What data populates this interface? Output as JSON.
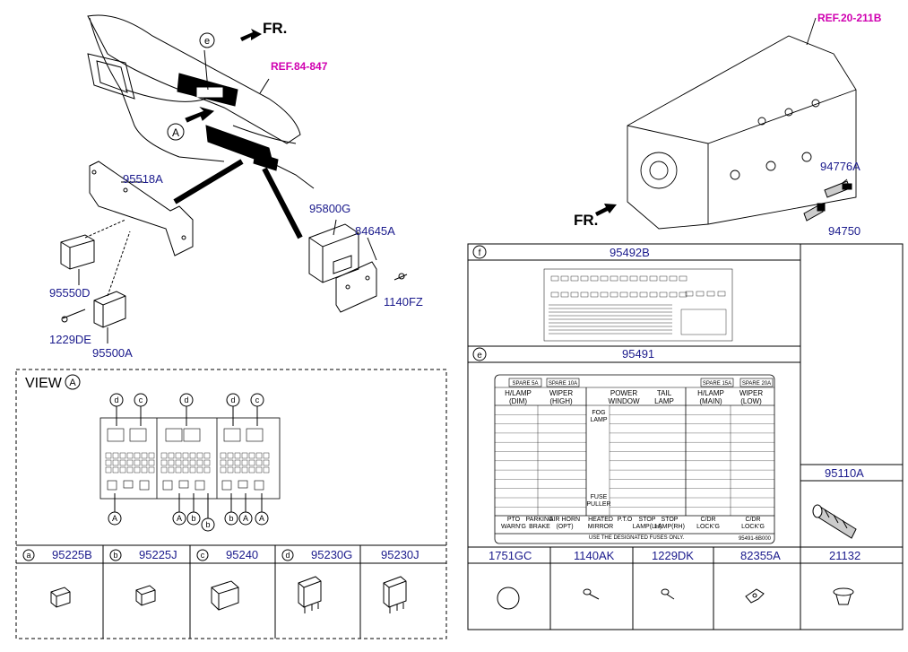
{
  "refs": {
    "ref_84_847": "REF.84-847",
    "ref_20_211b": "REF.20-211B"
  },
  "fr_labels": [
    "FR.",
    "FR."
  ],
  "callouts": {
    "e": "e",
    "a": "A",
    "f": "f",
    "c": "c",
    "d": "d",
    "b": "b"
  },
  "part_numbers": {
    "p95518A": "95518A",
    "p95800G": "95800G",
    "p84645A": "84645A",
    "p95550D": "95550D",
    "p1140FZ": "1140FZ",
    "p1229DE": "1229DE",
    "p95500A": "95500A",
    "p94776A": "94776A",
    "p94750": "94750",
    "p95492B": "95492B",
    "p95491": "95491",
    "p95110A": "95110A"
  },
  "view_a": {
    "title": "VIEW",
    "circle": "A"
  },
  "relay_table": [
    {
      "letter": "a",
      "part": "95225B"
    },
    {
      "letter": "b",
      "part": "95225J"
    },
    {
      "letter": "c",
      "part": "95240"
    },
    {
      "letter": "d",
      "part": "95230G"
    },
    {
      "letter": "",
      "part": "95230J"
    }
  ],
  "hardware_table": [
    "1751GC",
    "1140AK",
    "1229DK",
    "82355A",
    "21132"
  ],
  "fuse_panel": {
    "spares": [
      "SPARE 5A",
      "SPARE 10A",
      "SPARE 15A",
      "SPARE 20A"
    ],
    "headers": [
      "H/LAMP\n(DIM)",
      "WIPER\n(HIGH)",
      "POWER\nWINDOW",
      "TAIL\nLAMP",
      "H/LAMP\n(MAIN)",
      "WIPER\n(LOW)"
    ],
    "side_labels": [
      "FOG\nLAMP",
      "FUSE\nPULLER"
    ],
    "bottom_labels": [
      "PTO\nWARN'G",
      "PARKING\nBRAKE",
      "AIR HORN\n(OPT)",
      "HEATED\nMIRROR",
      "P.T.O",
      "STOP\nLAMP(LH)",
      "STOP\nLAMP(RH)",
      "C/DR\nLOCK'G",
      "C/DR\nLOCK'G"
    ],
    "footer": "USE THE DESIGNATED FUSES ONLY.",
    "code": "95491-6B000"
  }
}
